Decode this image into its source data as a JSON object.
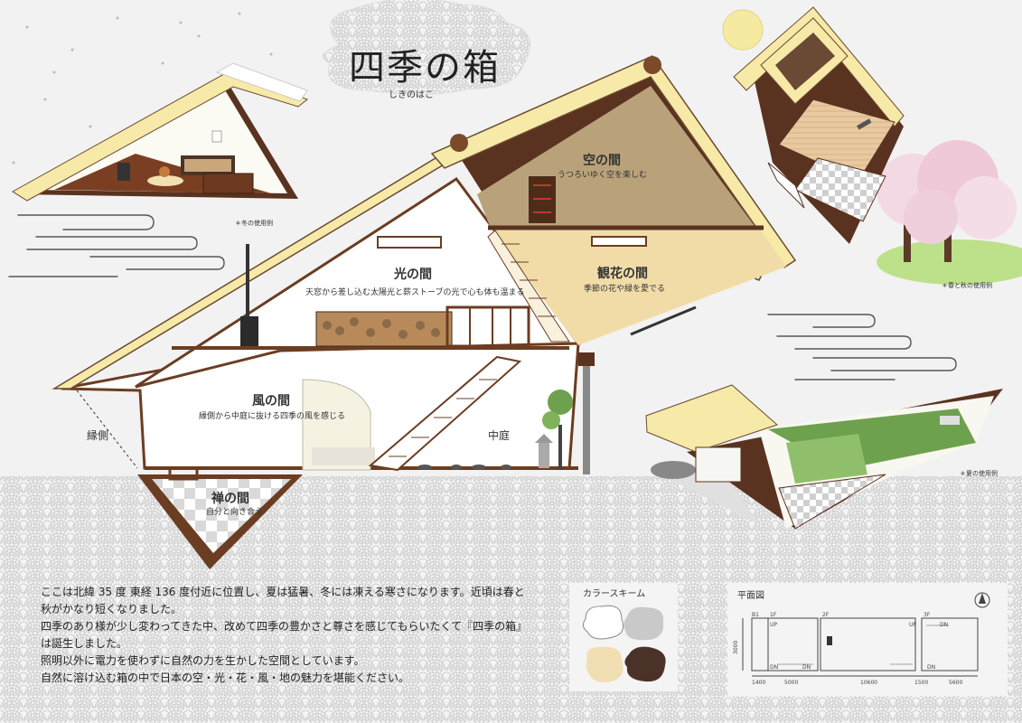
{
  "title": "四季の箱",
  "subtitle": "しきのはこ",
  "rooms": {
    "sora": {
      "name": "空の間",
      "desc": "うつろいゆく空を楽しむ"
    },
    "hikari": {
      "name": "光の間",
      "desc": "天窓から差し込む太陽光と薪ストーブの光で心も体も温まる"
    },
    "kanka": {
      "name": "観花の間",
      "desc": "季節の花や緑を愛でる"
    },
    "kaze": {
      "name": "風の間",
      "desc": "縁側から中庭に抜ける四季の風を感じる"
    },
    "zen": {
      "name": "禅の間",
      "desc": "自分と向き合う"
    },
    "engawa": "縁側",
    "nakaniwa": "中庭"
  },
  "captions": {
    "winter": "＊冬の使用例",
    "spring_autumn": "＊春と秋の使用例",
    "summer": "＊夏の使用例"
  },
  "description": [
    "ここは北緯 35 度 東経 136 度付近に位置し、夏は猛暑、冬には凍える寒さになります。近頃は春と",
    "秋がかなり短くなりました。",
    "四季のあり様が少し変わってきた中、改めて四季の豊かさと尊さを感じてもらいたくて『四季の箱』",
    "は誕生しました。",
    "照明以外に電力を使わずに自然の力を生かした空間としています。",
    "自然に溶け込む箱の中で日本の空・光・花・風・地の魅力を堪能ください。"
  ],
  "color_scheme": {
    "label": "カラースキーム",
    "swatches": [
      "#ffffff",
      "#c9c9c9",
      "#f1dfb3",
      "#4b3228"
    ]
  },
  "floor_plan": {
    "label": "平面図",
    "levels": [
      "B1",
      "1F",
      "2F",
      "3F"
    ],
    "dimensions": [
      "1400",
      "5000",
      "10600",
      "1500",
      "5600"
    ],
    "side_dimension": "3000",
    "marks": [
      "UP",
      "DN",
      "DN",
      "UP",
      "DN",
      "DN"
    ]
  },
  "colors": {
    "background": "#f2f2f2",
    "roof": "#f7e9a8",
    "wood": "#5a3220",
    "sea_pattern": "#d7d7d7"
  }
}
